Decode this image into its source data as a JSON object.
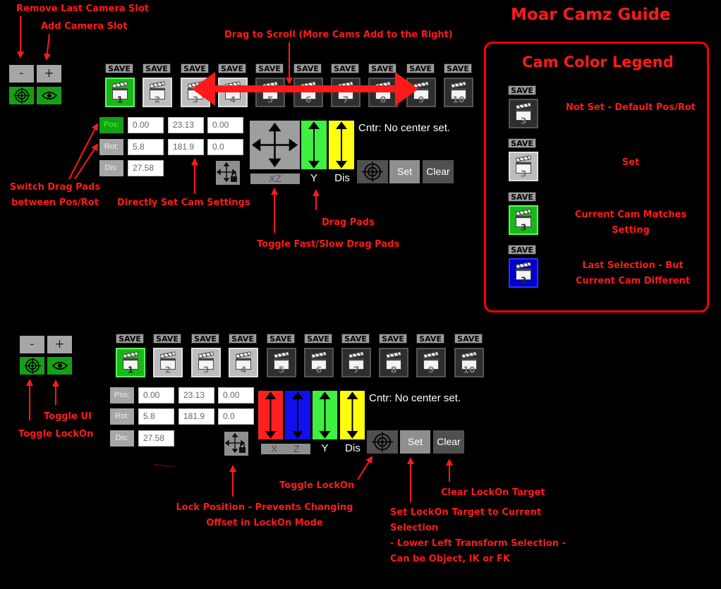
{
  "guide_title": "Moar Camz Guide",
  "annotations": {
    "remove_slot": "Remove Last Camera Slot",
    "add_slot": "Add Camera Slot",
    "drag_scroll": "Drag to Scroll (More Cams Add to the Right)",
    "switch_pads_1": "Switch Drag Pads",
    "switch_pads_2": "between Pos/Rot",
    "direct_set": "Directly Set Cam Settings",
    "drag_pads": "Drag Pads",
    "toggle_fast": "Toggle Fast/Slow Drag Pads",
    "toggle_ui": "Toggle UI",
    "toggle_lockon_left": "Toggle LockOn",
    "toggle_lockon": "Toggle LockOn",
    "clear_target": "Clear LockOn Target",
    "lock_pos_1": "Lock Position - Prevents Changing",
    "lock_pos_2": "Offset in LockOn Mode",
    "set_target_1": "Set LockOn Target to Current",
    "set_target_2": "Selection",
    "set_target_3": "- Lower Left Transform Selection -",
    "set_target_4": "Can be Object, IK or FK"
  },
  "legend": {
    "title": "Cam Color Legend",
    "save_label": "SAVE",
    "items": [
      {
        "text_1": "Not Set - Default Pos/Rot",
        "text_2": "",
        "color": "#2e2e2e"
      },
      {
        "text_1": "Set",
        "text_2": "",
        "color": "#bdbdbd"
      },
      {
        "text_1": "Current Cam Matches",
        "text_2": "Setting",
        "color": "#18b818"
      },
      {
        "text_1": "Last Selection - But",
        "text_2": "Current Cam Different",
        "color": "#0000cc"
      }
    ]
  },
  "panel_top": {
    "minus": "-",
    "plus": "+",
    "save_label": "SAVE",
    "cams": [
      "1",
      "2",
      "3",
      "4",
      "5",
      "6",
      "7",
      "8",
      "9",
      "10"
    ],
    "labels": {
      "pos": "Pos:",
      "rot": "Rot:",
      "dis": "Dis:"
    },
    "pos": [
      "0.00",
      "23.13",
      "0.00"
    ],
    "rot": [
      "5.8",
      "181.9",
      "0.0"
    ],
    "dis": "27.58",
    "pad_xz": "XZ",
    "pad_y": "Y",
    "pad_dis": "Dis",
    "center": "Cntr: No center set.",
    "set": "Set",
    "clear": "Clear"
  },
  "panel_bottom": {
    "minus": "-",
    "plus": "+",
    "save_label": "SAVE",
    "cams": [
      "1",
      "2",
      "3",
      "4",
      "5",
      "6",
      "7",
      "8",
      "9",
      "10"
    ],
    "labels": {
      "pos": "Pos:",
      "rot": "Rot:",
      "dis": "Dis:"
    },
    "pos": [
      "0.00",
      "23.13",
      "0.00"
    ],
    "rot": [
      "5.8",
      "181.9",
      "0.0"
    ],
    "dis": "27.58",
    "pad_x": "X",
    "pad_z": "Z",
    "pad_y": "Y",
    "pad_dis": "Dis",
    "center": "Cntr: No center set.",
    "set": "Set",
    "clear": "Clear"
  },
  "colors": {
    "annotation": "#ff1a1a",
    "cam_not_set": "#2e2e2e",
    "cam_set": "#bdbdbd",
    "cam_match": "#18b818",
    "cam_last": "#0000cc",
    "pad_red": "#ff2020",
    "pad_blue": "#1010ee",
    "pad_green": "#40f040",
    "pad_yellow": "#ffff10"
  },
  "icons": {
    "clapper": "clapperboard-icon",
    "target": "crosshair-target-icon",
    "eye": "eye-icon",
    "move": "four-way-arrow-icon",
    "lock": "move-lock-icon"
  }
}
